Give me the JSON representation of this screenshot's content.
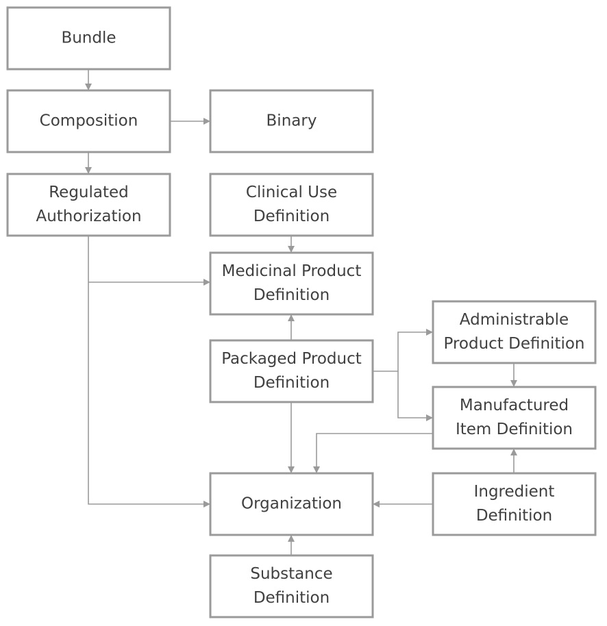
{
  "nodes": {
    "bundle": {
      "lines": [
        "Bundle"
      ]
    },
    "composition": {
      "lines": [
        "Composition"
      ]
    },
    "binary": {
      "lines": [
        "Binary"
      ]
    },
    "regulated_authorization": {
      "lines": [
        "Regulated",
        "Authorization"
      ]
    },
    "clinical_use_definition": {
      "lines": [
        "Clinical Use",
        "Definition"
      ]
    },
    "medicinal_product_definition": {
      "lines": [
        "Medicinal Product",
        "Definition"
      ]
    },
    "packaged_product_definition": {
      "lines": [
        "Packaged Product",
        "Definition"
      ]
    },
    "administrable_product_definition": {
      "lines": [
        "Administrable",
        "Product Definition"
      ]
    },
    "manufactured_item_definition": {
      "lines": [
        "Manufactured",
        "Item Definition"
      ]
    },
    "organization": {
      "lines": [
        "Organization"
      ]
    },
    "ingredient_definition": {
      "lines": [
        "Ingredient",
        "Definition"
      ]
    },
    "substance_definition": {
      "lines": [
        "Substance",
        "Definition"
      ]
    }
  },
  "edges": [
    {
      "from": "bundle",
      "to": "composition"
    },
    {
      "from": "composition",
      "to": "binary"
    },
    {
      "from": "composition",
      "to": "regulated_authorization"
    },
    {
      "from": "clinical_use_definition",
      "to": "medicinal_product_definition"
    },
    {
      "from": "regulated_authorization",
      "to": "medicinal_product_definition"
    },
    {
      "from": "regulated_authorization",
      "to": "organization"
    },
    {
      "from": "packaged_product_definition",
      "to": "medicinal_product_definition"
    },
    {
      "from": "packaged_product_definition",
      "to": "administrable_product_definition"
    },
    {
      "from": "packaged_product_definition",
      "to": "manufactured_item_definition"
    },
    {
      "from": "packaged_product_definition",
      "to": "organization"
    },
    {
      "from": "administrable_product_definition",
      "to": "manufactured_item_definition"
    },
    {
      "from": "manufactured_item_definition",
      "to": "organization"
    },
    {
      "from": "ingredient_definition",
      "to": "manufactured_item_definition"
    },
    {
      "from": "ingredient_definition",
      "to": "organization"
    },
    {
      "from": "substance_definition",
      "to": "organization"
    }
  ]
}
